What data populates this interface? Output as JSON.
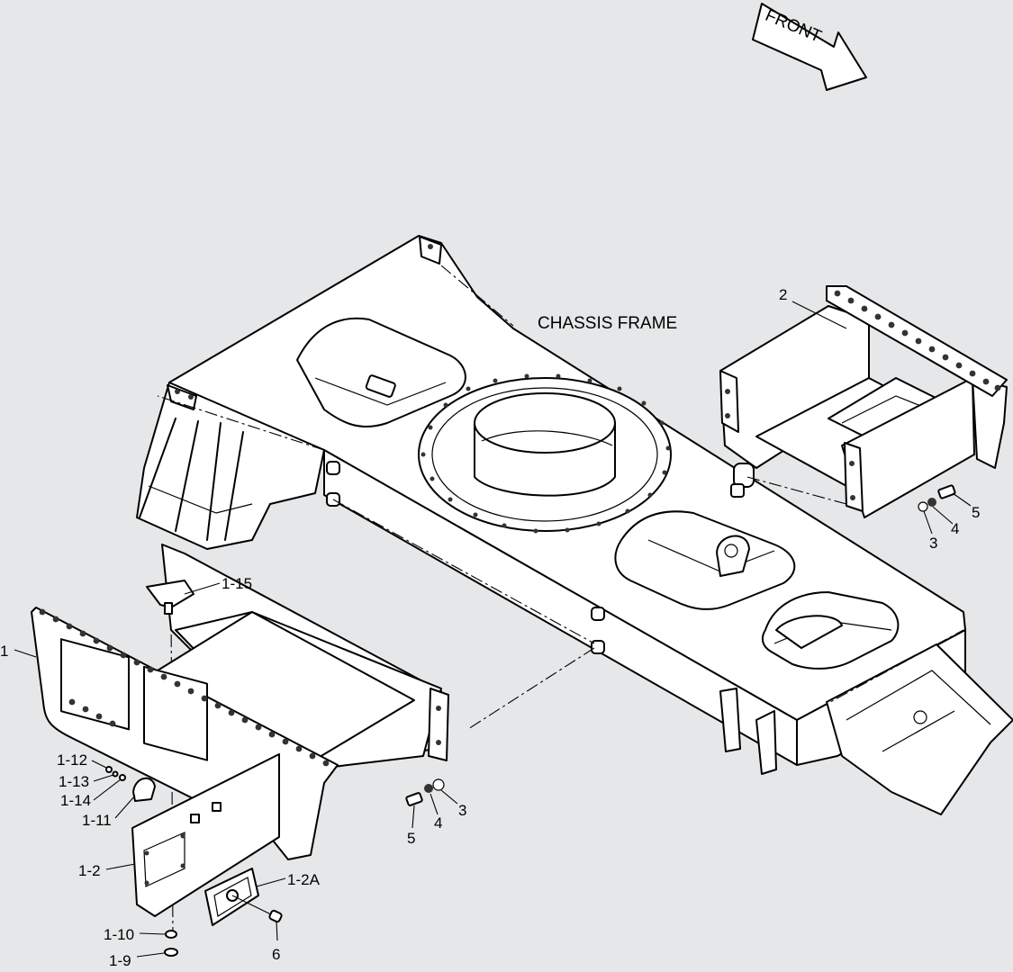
{
  "front_arrow": {
    "label": "FRONT"
  },
  "title": "CHASSIS FRAME",
  "callouts": {
    "c_1": "1",
    "c_1_2": "1-2",
    "c_1_2a": "1-2A",
    "c_1_9": "1-9",
    "c_1_10": "1-10",
    "c_1_11": "1-11",
    "c_1_12": "1-12",
    "c_1_13": "1-13",
    "c_1_14": "1-14",
    "c_1_15": "1-15",
    "c_2": "2",
    "c_3_left": "3",
    "c_4_left": "4",
    "c_5_left": "5",
    "c_3_right": "3",
    "c_4_right": "4",
    "c_5_right": "5",
    "c_6": "6"
  }
}
